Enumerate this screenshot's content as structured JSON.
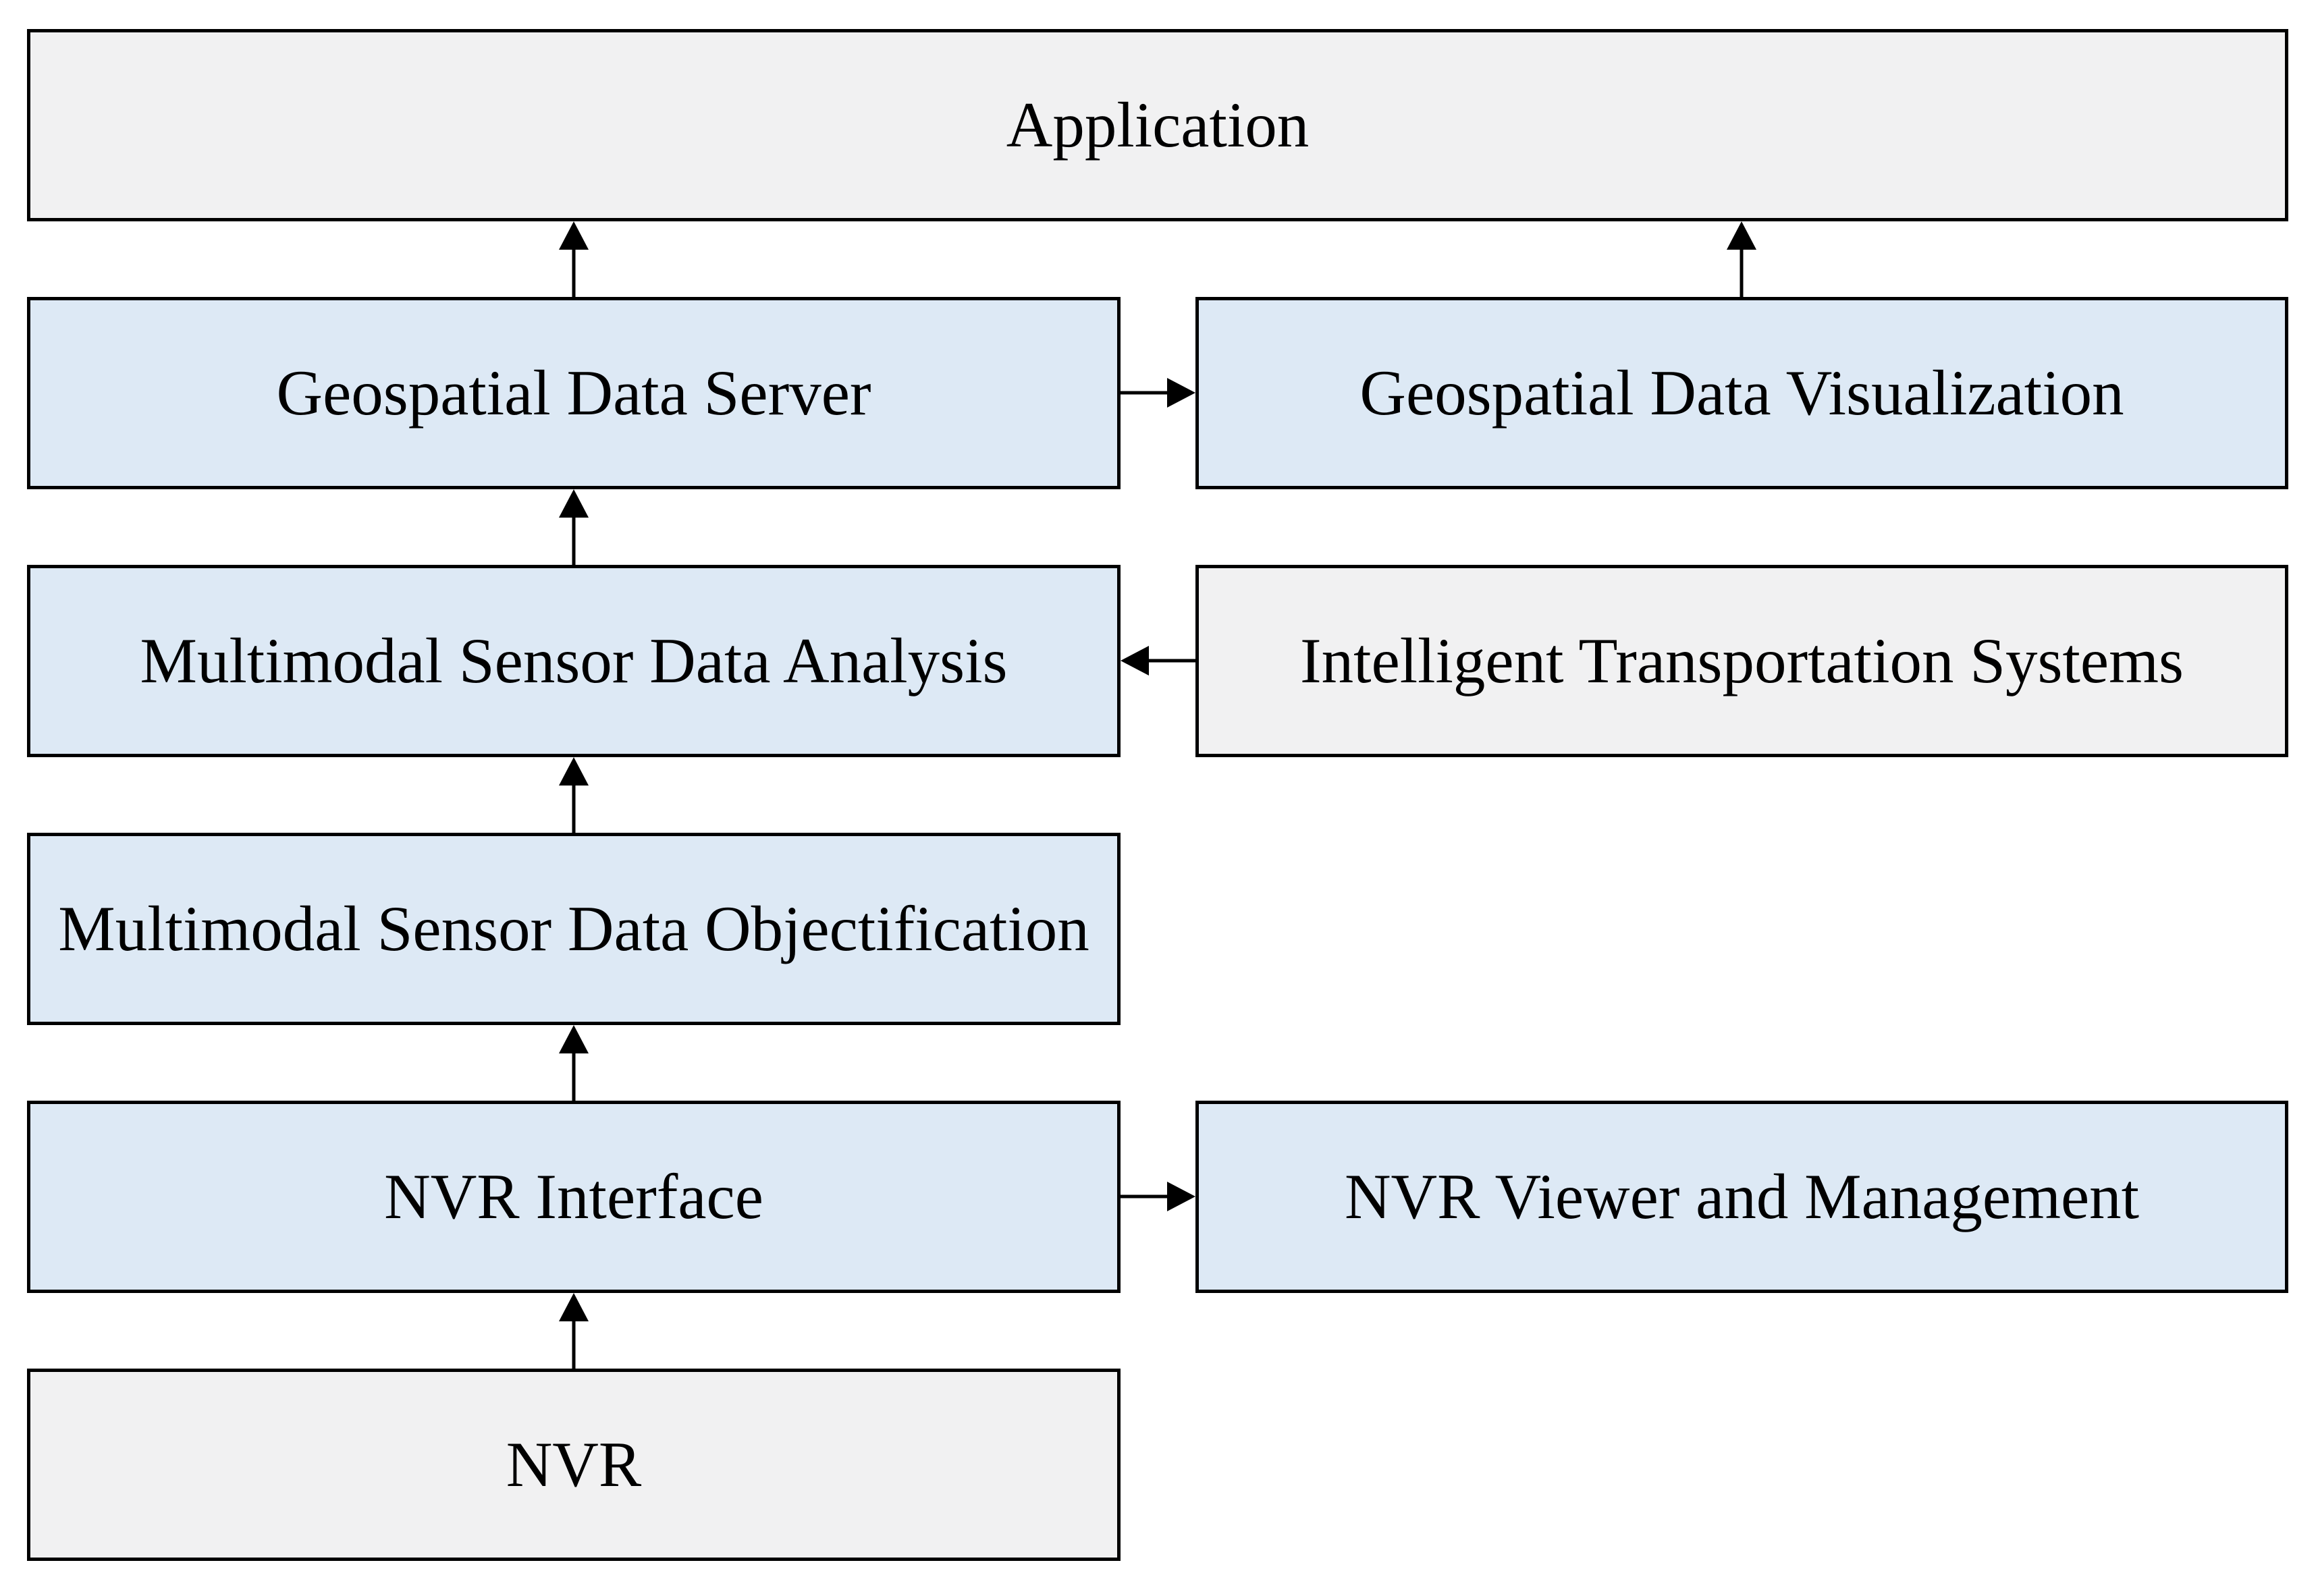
{
  "diagram": {
    "type": "layered-architecture-block-diagram",
    "colors": {
      "node_blue": "#dde9f5",
      "node_gray": "#f1f1f2",
      "border": "#000000",
      "background": "#ffffff",
      "arrow": "#000000"
    },
    "nodes": {
      "application": {
        "label": "Application",
        "fill": "gray"
      },
      "geospatial_data_server": {
        "label": "Geospatial Data Server",
        "fill": "blue"
      },
      "geospatial_data_visualization": {
        "label": "Geospatial Data Visualization",
        "fill": "blue"
      },
      "multimodal_sensor_data_analysis": {
        "label": "Multimodal Sensor Data Analysis",
        "fill": "blue"
      },
      "intelligent_transportation_systems": {
        "label": "Intelligent Transportation Systems",
        "fill": "gray"
      },
      "multimodal_sensor_data_objectification": {
        "label": "Multimodal Sensor Data Objectification",
        "fill": "blue"
      },
      "nvr_interface": {
        "label": "NVR Interface",
        "fill": "blue"
      },
      "nvr_viewer_and_management": {
        "label": "NVR Viewer and Management",
        "fill": "blue"
      },
      "nvr": {
        "label": "NVR",
        "fill": "gray"
      }
    },
    "edges": [
      {
        "from": "geospatial_data_server",
        "to": "application",
        "direction": "up"
      },
      {
        "from": "geospatial_data_visualization",
        "to": "application",
        "direction": "up"
      },
      {
        "from": "geospatial_data_server",
        "to": "geospatial_data_visualization",
        "direction": "right"
      },
      {
        "from": "intelligent_transportation_systems",
        "to": "multimodal_sensor_data_analysis",
        "direction": "left"
      },
      {
        "from": "multimodal_sensor_data_analysis",
        "to": "geospatial_data_server",
        "direction": "up"
      },
      {
        "from": "multimodal_sensor_data_objectification",
        "to": "multimodal_sensor_data_analysis",
        "direction": "up"
      },
      {
        "from": "nvr_interface",
        "to": "multimodal_sensor_data_objectification",
        "direction": "up"
      },
      {
        "from": "nvr_interface",
        "to": "nvr_viewer_and_management",
        "direction": "right"
      },
      {
        "from": "nvr",
        "to": "nvr_interface",
        "direction": "up"
      }
    ]
  }
}
